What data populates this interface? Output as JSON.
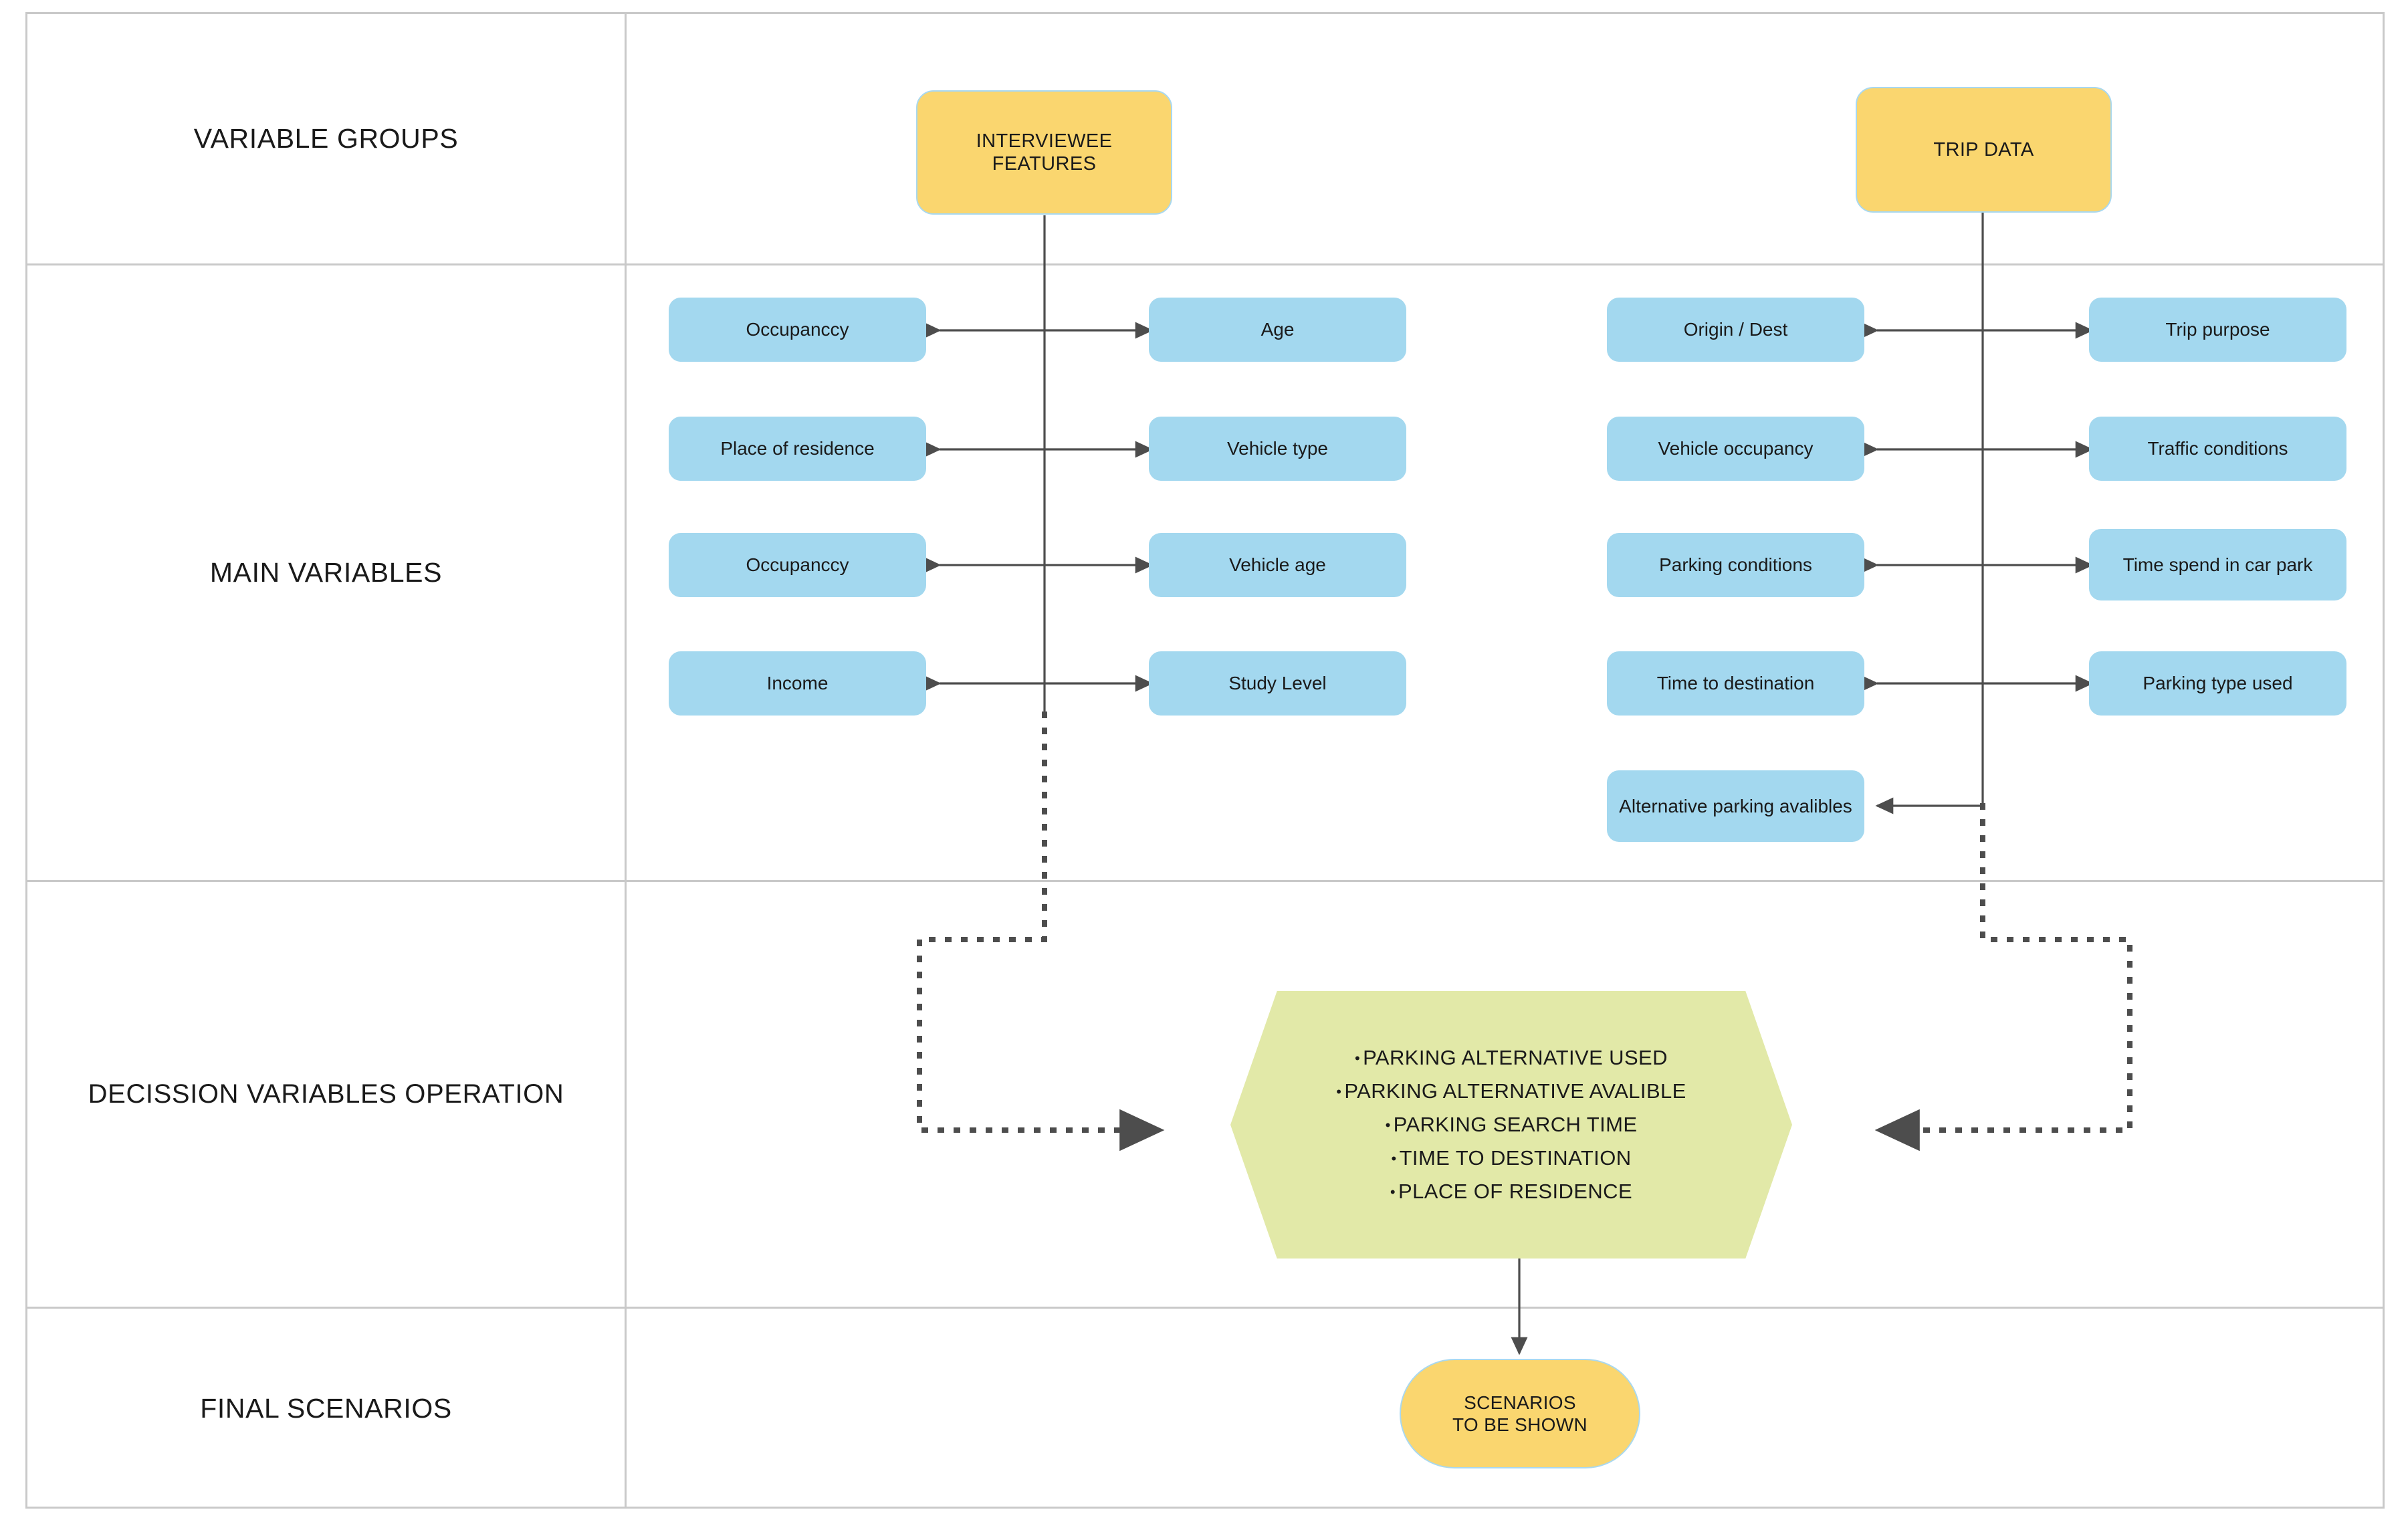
{
  "rows": [
    {
      "label": "VARIABLE GROUPS"
    },
    {
      "label": "MAIN VARIABLES"
    },
    {
      "label": "DECISSION VARIABLES OPERATION"
    },
    {
      "label": "FINAL SCENARIOS"
    }
  ],
  "groups": {
    "interviewee": {
      "label": "INTERVIEWEE\nFEATURES",
      "line1": "INTERVIEWEE",
      "line2": "FEATURES"
    },
    "trip": {
      "label": "TRIP DATA"
    }
  },
  "interviewee_variables": {
    "left": [
      {
        "label": "Occupanccy"
      },
      {
        "label": "Place of residence"
      },
      {
        "label": "Occupanccy"
      },
      {
        "label": "Income"
      }
    ],
    "right": [
      {
        "label": "Age"
      },
      {
        "label": "Vehicle type"
      },
      {
        "label": "Vehicle age"
      },
      {
        "label": "Study Level"
      }
    ]
  },
  "trip_variables": {
    "left": [
      {
        "label": "Origin / Dest"
      },
      {
        "label": "Vehicle occupancy"
      },
      {
        "label": "Parking conditions"
      },
      {
        "label": "Time to destination"
      },
      {
        "label": "Alternative parking avalibles"
      }
    ],
    "right": [
      {
        "label": "Trip purpose"
      },
      {
        "label": "Traffic conditions"
      },
      {
        "label": "Time spend in car park"
      },
      {
        "label": "Parking type used"
      }
    ]
  },
  "decision": {
    "items": [
      "PARKING ALTERNATIVE USED",
      "PARKING ALTERNATIVE AVALIBLE",
      "PARKING SEARCH TIME",
      "TIME TO DESTINATION",
      "PLACE OF RESIDENCE"
    ]
  },
  "final": {
    "line1": "SCENARIOS",
    "line2": "TO BE SHOWN"
  },
  "colors": {
    "yellow_fill": "#fad66f",
    "blue_fill": "#a3d8ef",
    "green_fill": "#e2e9a8",
    "border_blue": "#a9d8ef",
    "grid": "#c9c9c9",
    "connector": "#4d4d4d",
    "text": "#1a1a1a"
  }
}
